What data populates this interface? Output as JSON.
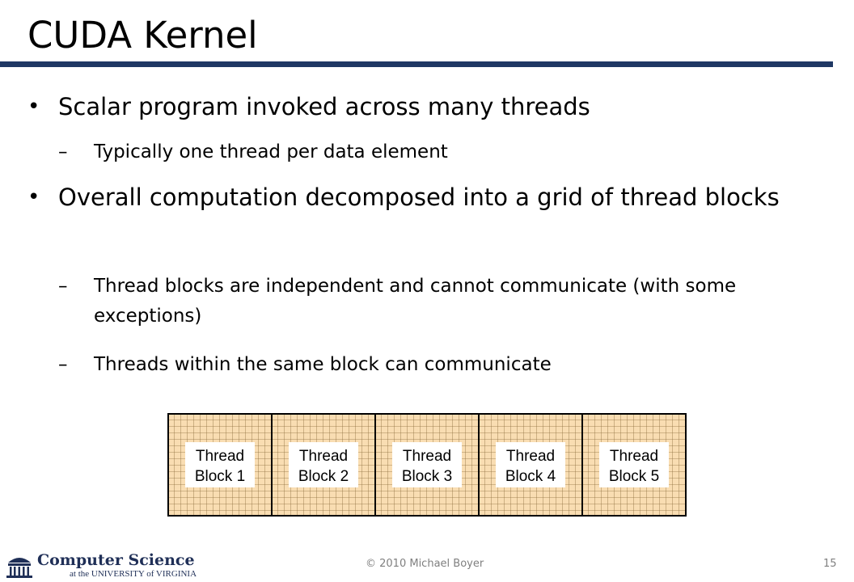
{
  "slide": {
    "title": "CUDA Kernel",
    "bullets": [
      {
        "text": "Scalar program invoked across many threads",
        "sub": [
          "Typically one thread per data element"
        ]
      },
      {
        "text": "Overall computation decomposed into a grid of thread blocks",
        "sub": [
          "Thread blocks are independent and cannot communicate (with some exceptions)",
          "Threads within the same block can communicate"
        ]
      }
    ],
    "bullet_marker": "•",
    "sub_marker": "–"
  },
  "diagram": {
    "blocks": [
      {
        "line1": "Thread",
        "line2": "Block 1"
      },
      {
        "line1": "Thread",
        "line2": "Block 2"
      },
      {
        "line1": "Thread",
        "line2": "Block 3"
      },
      {
        "line1": "Thread",
        "line2": "Block 4"
      },
      {
        "line1": "Thread",
        "line2": "Block 5"
      }
    ],
    "fill_color": "#f9ddb2",
    "grid_line_color": "#8a6a3a"
  },
  "footer": {
    "logo_text": "Computer Science",
    "logo_subtext": "at the UNIVERSITY of VIRGINIA",
    "copyright": "© 2010 Michael Boyer",
    "page_number": "15"
  },
  "colors": {
    "title_rule": "#1f3864",
    "logo": "#1f2f57",
    "footer_text": "#7f7f7f"
  }
}
